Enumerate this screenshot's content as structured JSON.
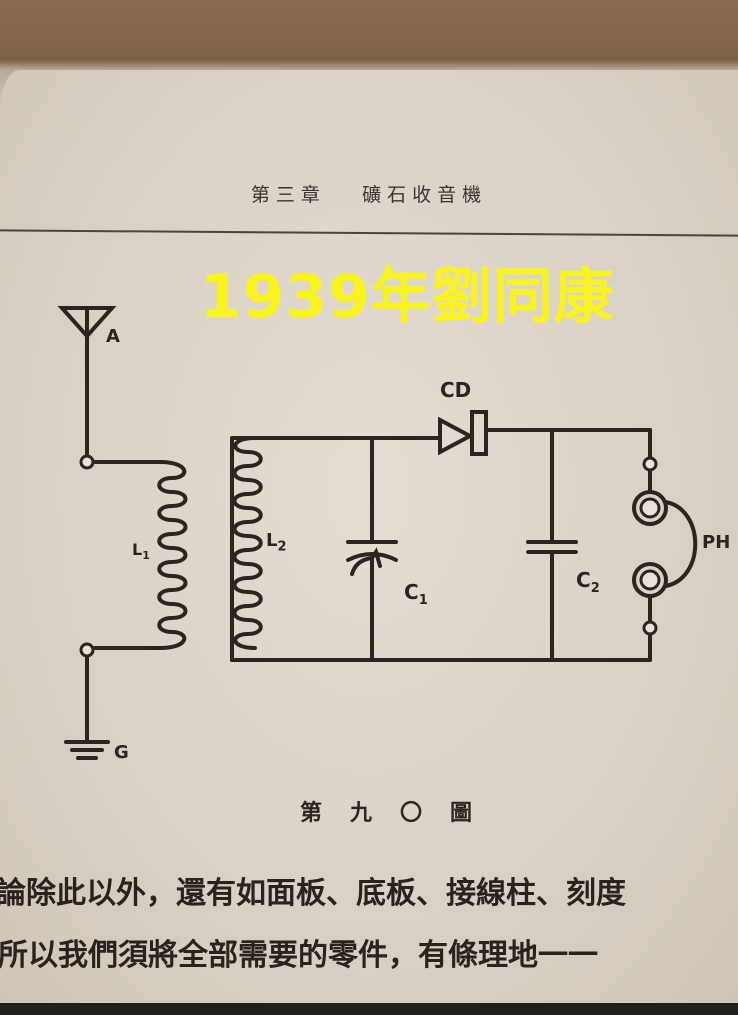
{
  "header": {
    "chapter": "第三章",
    "title": "礦石收音機"
  },
  "watermark": "1939年劉同康",
  "diagram": {
    "labels": {
      "antenna": "A",
      "ground": "G",
      "l1": "L",
      "l1_sub": "1",
      "l2": "L",
      "l2_sub": "2",
      "detector": "CD",
      "c1": "C",
      "c1_sub": "1",
      "c2": "C",
      "c2_sub": "2",
      "phones": "PH"
    },
    "caption": "第九〇圖"
  },
  "body": {
    "line1": "論除此以外，還有如面板、底板、接線柱、刻度",
    "line2": "所以我們須將全部需要的零件，有條理地一一"
  }
}
